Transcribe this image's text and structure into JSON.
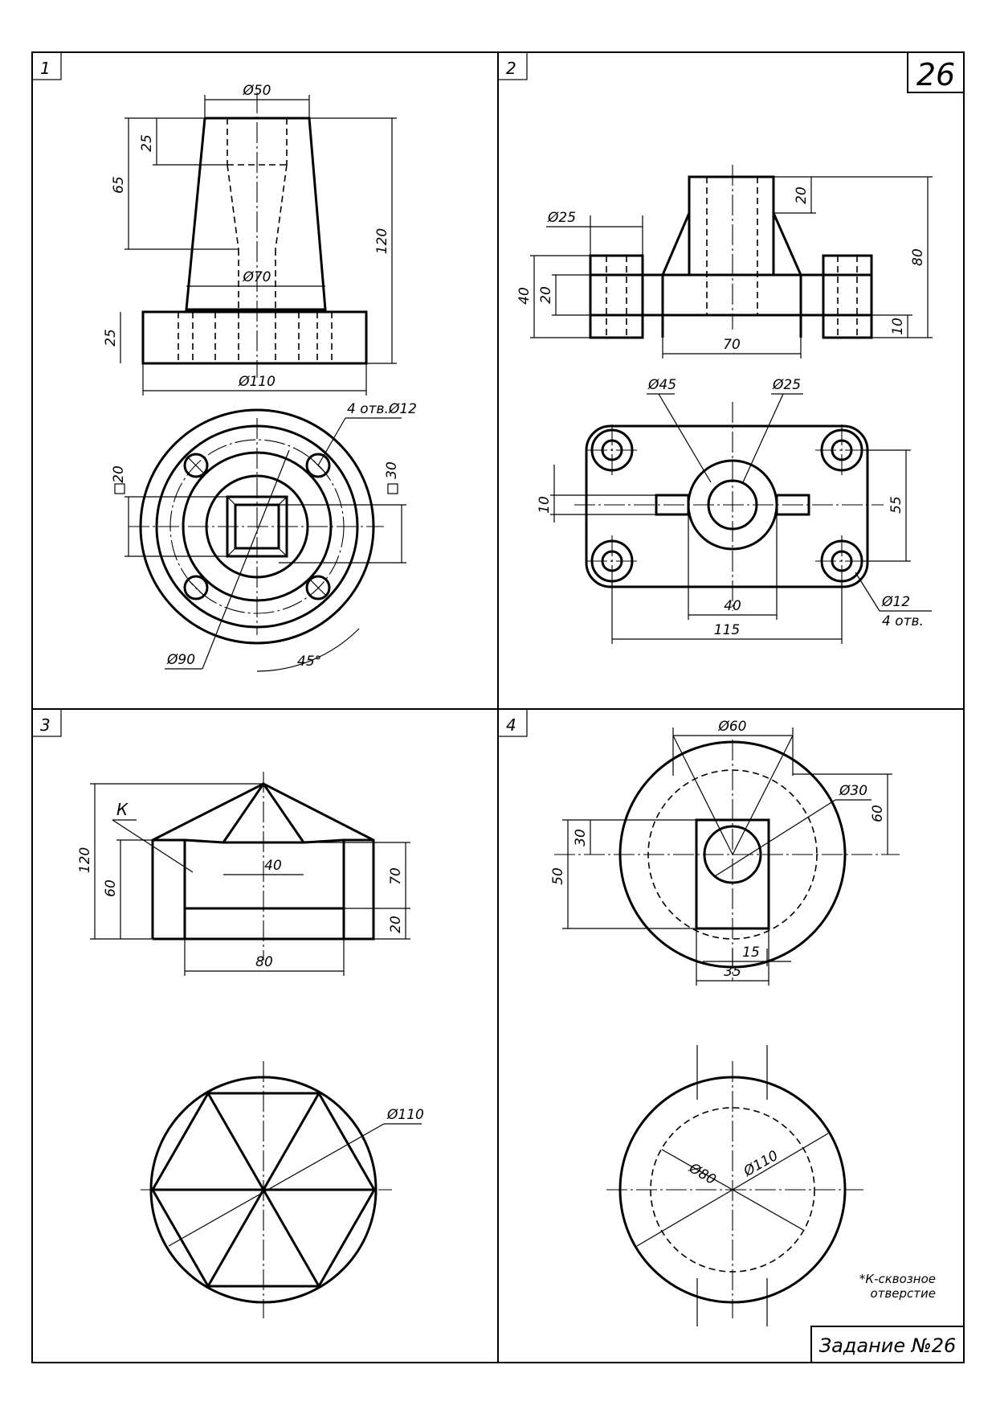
{
  "variant_number": "26",
  "task_title": "Задание №26",
  "note": [
    "*К-сквозное",
    "отверстие"
  ],
  "panels": [
    {
      "number": "1",
      "dimensions": {
        "top_diameter": "Ø50",
        "mid_diameter": "Ø70",
        "base_diameter": "Ø110",
        "upper_hole_depth": "25",
        "inner_depth": "65",
        "total_height": "120",
        "base_height": "25",
        "holes": "4 отв.Ø12",
        "square_small": "20",
        "square_large": "30",
        "bolt_circle": "Ø90",
        "angle": "45°"
      }
    },
    {
      "number": "2",
      "dimensions": {
        "boss_diameter": "Ø25",
        "total_height": "80",
        "boss_height": "20",
        "flange_height": "40",
        "arm_height": "20",
        "base_thickness": "10",
        "width_70": "70",
        "outer_diameter": "Ø45",
        "inner_diameter": "Ø25",
        "slot_width": "10",
        "hole_spacing_y": "55",
        "width_40": "40",
        "hole_spacing_x": "115",
        "corner_holes": "Ø12",
        "corner_holes_count": "4 отв."
      }
    },
    {
      "number": "3",
      "dimensions": {
        "total_height": "120",
        "side_height": "60",
        "inner_height": "70",
        "base_height": "20",
        "top_width": "40",
        "inner_width": "80",
        "diameter": "Ø110",
        "leader": "К"
      }
    },
    {
      "number": "4",
      "dimensions": {
        "cone_diameter": "Ø60",
        "hole_diameter": "Ø30",
        "square_height": "50",
        "hole_height": "30",
        "offset": "60",
        "small_width": "15",
        "square_width": "35",
        "inner_circle": "Ø80",
        "outer_circle": "Ø110"
      }
    }
  ]
}
